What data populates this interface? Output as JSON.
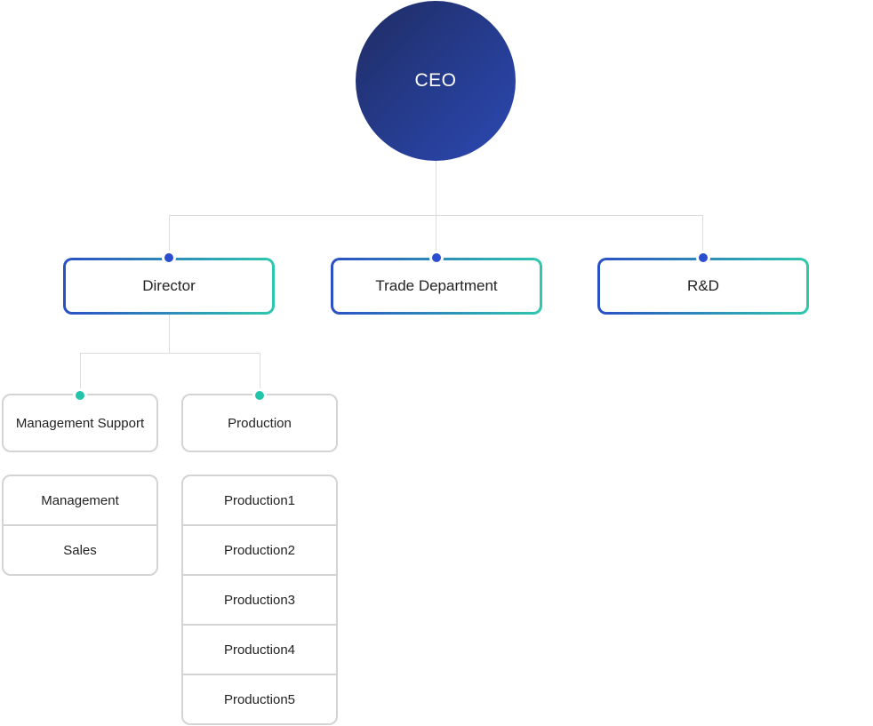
{
  "colors": {
    "accent_blue": "#2a4fc5",
    "accent_teal": "#2fc7ae",
    "dot_blue": "#2b4ed0",
    "dot_teal": "#22c4aa",
    "circle_grad_start": "#1f2c63",
    "circle_grad_end": "#2b49b3",
    "line_gray": "#dcdcdc",
    "border_gray": "#d4d4d4",
    "text_dark": "#222222"
  },
  "org": {
    "root": {
      "label": "CEO"
    },
    "level1": [
      {
        "label": "Director"
      },
      {
        "label": "Trade Department"
      },
      {
        "label": "R&D"
      }
    ],
    "level2": [
      {
        "label": "Management Support"
      },
      {
        "label": "Production"
      }
    ],
    "management_list": [
      "Management",
      "Sales"
    ],
    "production_list": [
      "Production1",
      "Production2",
      "Production3",
      "Production4",
      "Production5"
    ]
  }
}
